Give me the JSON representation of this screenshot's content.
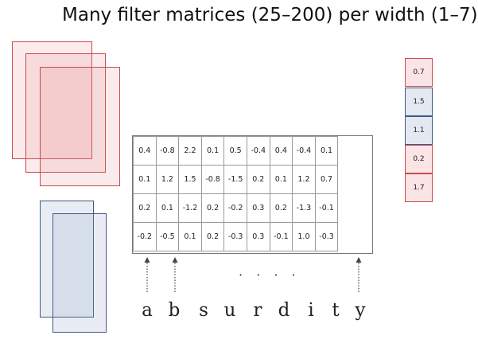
{
  "title": "Many filter matrices (25–200) per width (1–7)",
  "matrix": [
    [
      "0.4",
      "-0.8",
      "2.2",
      "0.1",
      "0.5",
      "-0.4",
      "0.4",
      "-0.4",
      "0.1"
    ],
    [
      "0.1",
      "1.2",
      "1.5",
      "-0.8",
      "-1.5",
      "0.2",
      "0.1",
      "1.2",
      "0.7"
    ],
    [
      "0.2",
      "0.1",
      "-1.2",
      "0.2",
      "-0.2",
      "0.3",
      "0.2",
      "-1.3",
      "-0.1"
    ],
    [
      "-0.2",
      "-0.5",
      "0.1",
      "0.2",
      "-0.3",
      "0.3",
      "-0.1",
      "1.0",
      "-0.3"
    ]
  ],
  "output_vector": [
    {
      "value": "0.7",
      "color": "red"
    },
    {
      "value": "1.5",
      "color": "blue"
    },
    {
      "value": "1.1",
      "color": "blue"
    },
    {
      "value": "0.2",
      "color": "red"
    },
    {
      "value": "1.7",
      "color": "red"
    }
  ],
  "ellipsis": "· · · ·",
  "word_letters": [
    "a",
    "b",
    "s",
    "u",
    "r",
    "d",
    "i",
    "t",
    "y"
  ],
  "colors": {
    "red": "#c94a4a",
    "blue": "#3e5b88"
  }
}
